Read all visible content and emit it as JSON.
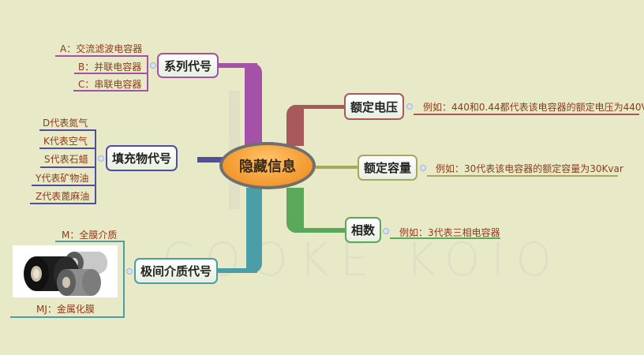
{
  "central": {
    "label": "隐藏信息",
    "color": "#f5a13a"
  },
  "watermark": {
    "text": "COOKE KOIO"
  },
  "left_branches": [
    {
      "label": "系列代号",
      "color": "#a352a8",
      "items": [
        "A：交流滤波电容器",
        "B：并联电容器",
        "C：串联电容器"
      ]
    },
    {
      "label": "填充物代号",
      "color": "#4f4f9e",
      "items": [
        "D代表氮气",
        "K代表空气",
        "S代表石蜡",
        "Y代表矿物油",
        "Z代表蓖麻油"
      ]
    },
    {
      "label": "极间介质代号",
      "color": "#4a9ea8",
      "items": [
        "M：全膜介质",
        "MJ：金属化膜"
      ],
      "image": "metallized-film-rolls"
    }
  ],
  "right_branches": [
    {
      "label": "额定电压",
      "color": "#a85a5a",
      "note": "例如：440和0.44都代表该电容器的额定电压为440V"
    },
    {
      "label": "额定容量",
      "color": "#a8a85a",
      "note": "例如：30代表该电容器的额定容量为30Kvar"
    },
    {
      "label": "相数",
      "color": "#5aa85a",
      "note": "例如：3代表三相电容器"
    }
  ]
}
